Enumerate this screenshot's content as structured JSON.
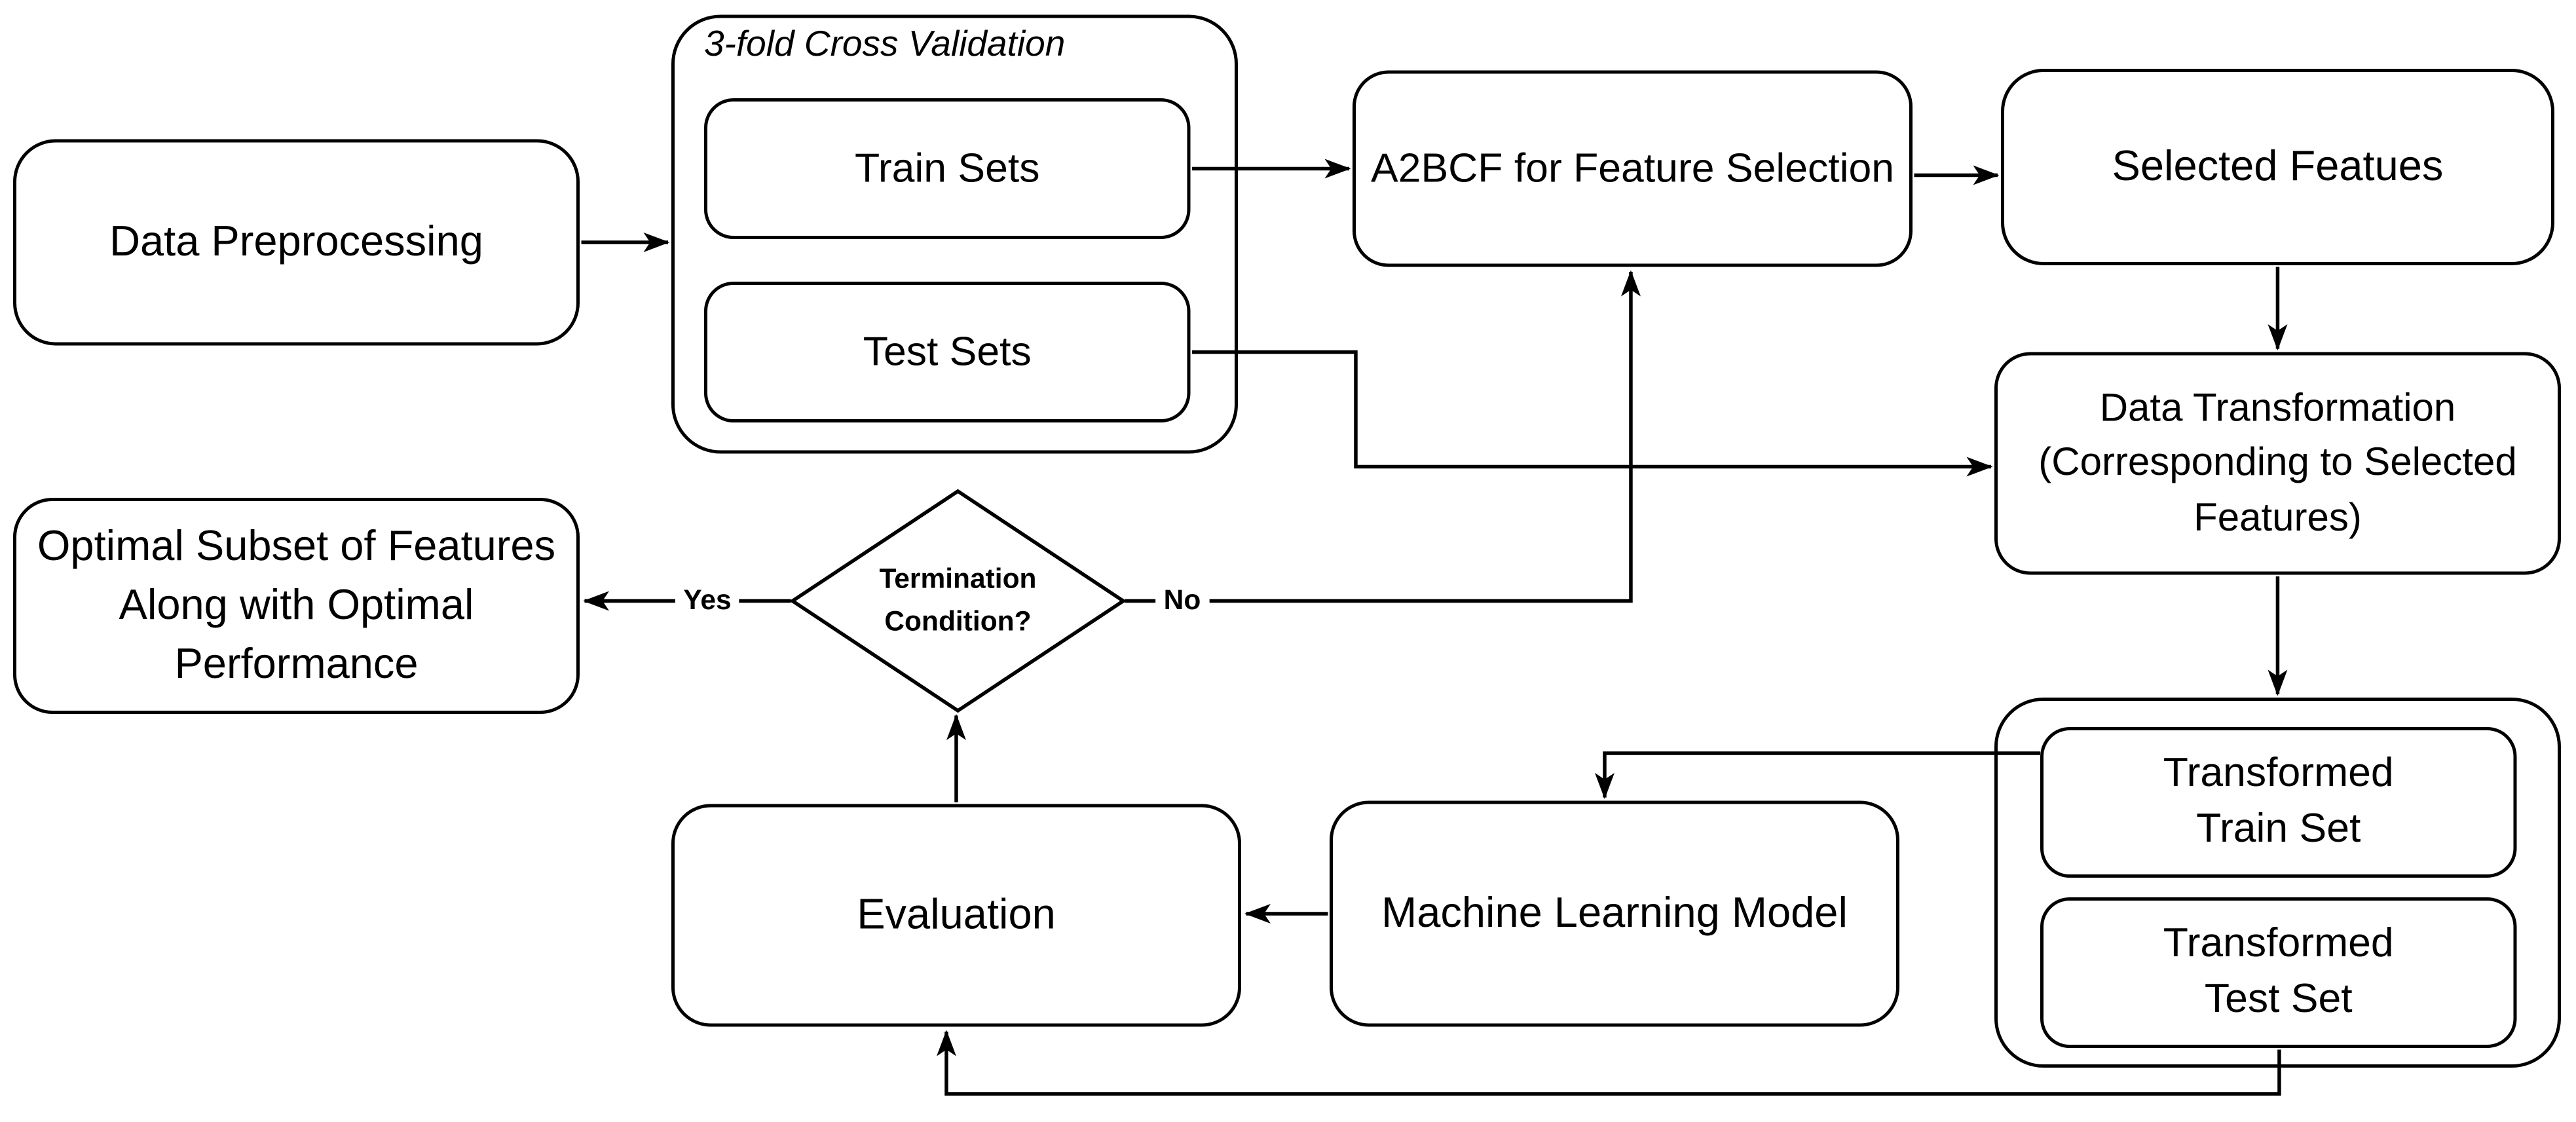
{
  "diagram": {
    "nodes": {
      "data_preprocessing": {
        "label": "Data Preprocessing"
      },
      "cross_validation_group": {
        "label": "3-fold Cross Validation"
      },
      "train_sets": {
        "label": "Train Sets"
      },
      "test_sets": {
        "label": "Test Sets"
      },
      "a2bcf_feature_selection": {
        "label": "A2BCF for Feature Selection"
      },
      "selected_features": {
        "label": "Selected Featues"
      },
      "data_transformation": {
        "label": "Data Transformation (Corresponding to Selected Features)"
      },
      "transformed_train_set": {
        "label": "Transformed Train Set"
      },
      "transformed_test_set": {
        "label": "Transformed Test Set"
      },
      "machine_learning_model": {
        "label": "Machine Learning Model"
      },
      "evaluation": {
        "label": "Evaluation"
      },
      "termination_condition": {
        "label": "Termination Condition?"
      },
      "optimal_subset": {
        "label": "Optimal Subset of Features Along with Optimal Performance"
      }
    },
    "edge_labels": {
      "yes": "Yes",
      "no": "No"
    },
    "colors": {
      "stroke": "#000000",
      "fill": "#ffffff"
    }
  }
}
